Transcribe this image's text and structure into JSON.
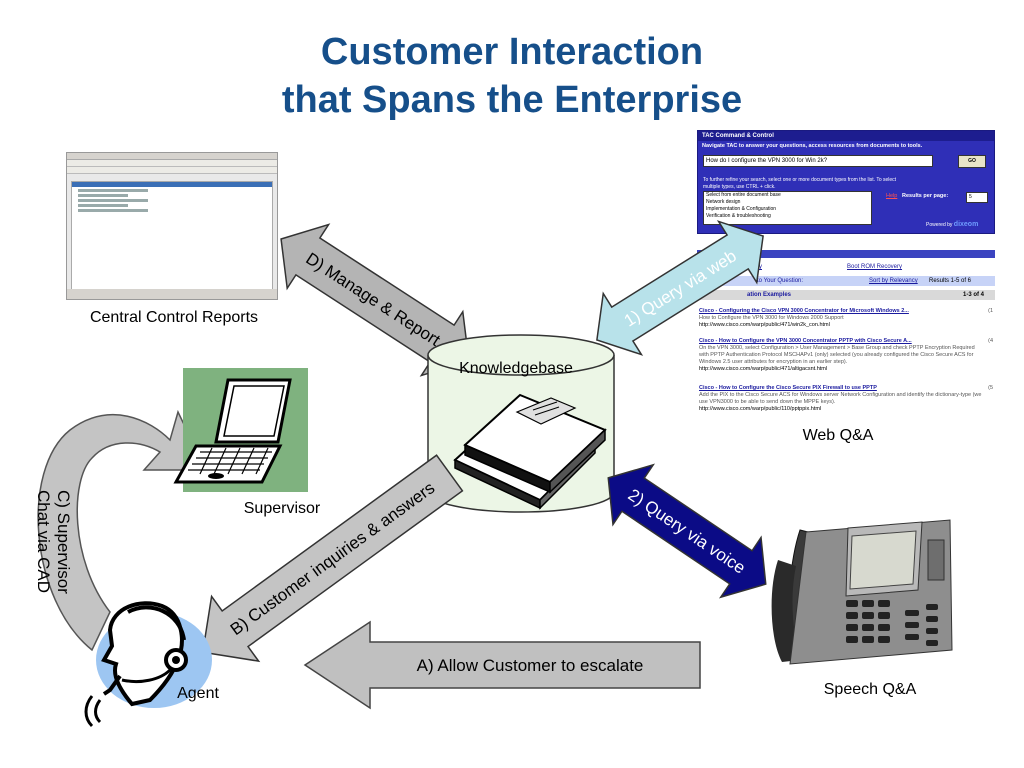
{
  "title": {
    "line1": "Customer Interaction",
    "line2": "that Spans the Enterprise"
  },
  "labels": {
    "central_control": "Central Control Reports",
    "knowledgebase": "Knowledgebase",
    "web_qa": "Web Q&A",
    "supervisor": "Supervisor",
    "speech_qa": "Speech Q&A",
    "agent": "Agent"
  },
  "arrows": {
    "manage_report": "D) Manage & Report",
    "query_web": "1) Query via web",
    "query_voice": "2) Query via voice",
    "customer_inquiries": "B) Customer inquiries & answers",
    "allow_escalate": "A) Allow Customer to escalate",
    "supervisor_chat_line1": "C) Supervisor",
    "supervisor_chat_line2": "Chat via CAD"
  },
  "web_screenshot": {
    "panel_title": "TAC Command & Control",
    "navigate": "Navigate TAC to answer your questions, access resources from documents to tools.",
    "query": "How do I configure the VPN 3000 for Win 2k?",
    "go": "GO",
    "hint": "To further refine your search, select one or more document types from the list. To select multiple types, use CTRL + click.",
    "list_items": [
      "Select from entire document base",
      "Network design",
      "Implementation & Configuration",
      "Verification & troubleshooting"
    ],
    "help": "Help",
    "results_per_page": "Results per page:",
    "rpp_value": "5",
    "powered_by": "Powered by",
    "powered_brand": "dixeom",
    "link_left": "ry",
    "link_boot": "Boot ROM Recovery",
    "your_question": "to Your Question:",
    "sort": "Sort by Relevancy",
    "results": "Results 1-5 of 6",
    "examples": "ation Examples",
    "examples_count": "1-3 of 4",
    "results_list": [
      {
        "title": "Cisco - Configuring the Cisco VPN 3000 Concentrator for Microsoft Windows 2...",
        "desc": "How to Configure the VPN 3000 for Windows 2000 Support",
        "url": "http://www.cisco.com/warp/public/471/win2k_con.html",
        "num": "(1"
      },
      {
        "title": "Cisco - How to Configure the VPN 3000 Concentrator PPTP with Cisco Secure A...",
        "desc": "On the VPN 3000, select Configuration > User Management > Base Group and check PPTP Encryption Required with PPTP Authentication Protocol MSCHAPv1 (only) selected (you already configured the Cisco Secure ACS for Windows 2.5 user attributes for encryption in an earlier step).",
        "url": "http://www.cisco.com/warp/public/471/altigacsnt.html",
        "num": "(4"
      },
      {
        "title": "Cisco - How to Configure the Cisco Secure PIX Firewall to use PPTP",
        "desc": "Add the PIX to the Cisco Secure ACS for Windows server Network Configuration and identify the dictionary-type (we use VPN3000 to be able to send down the MPPE keys).",
        "url": "http://www.cisco.com/warp/public/110/pptppix.html",
        "num": "(5"
      }
    ]
  },
  "colors": {
    "title": "#164f8a",
    "arrow_gray": "#b4b4b4",
    "arrow_light_blue": "#b8e2ea",
    "arrow_navy": "#0b0b86",
    "arrow_escalate": "#c0c0c0",
    "agent_blob": "#9dc6f2",
    "knowledgebase_fill": "#ecf6e6",
    "supervisor_bg": "#7fb27f"
  }
}
